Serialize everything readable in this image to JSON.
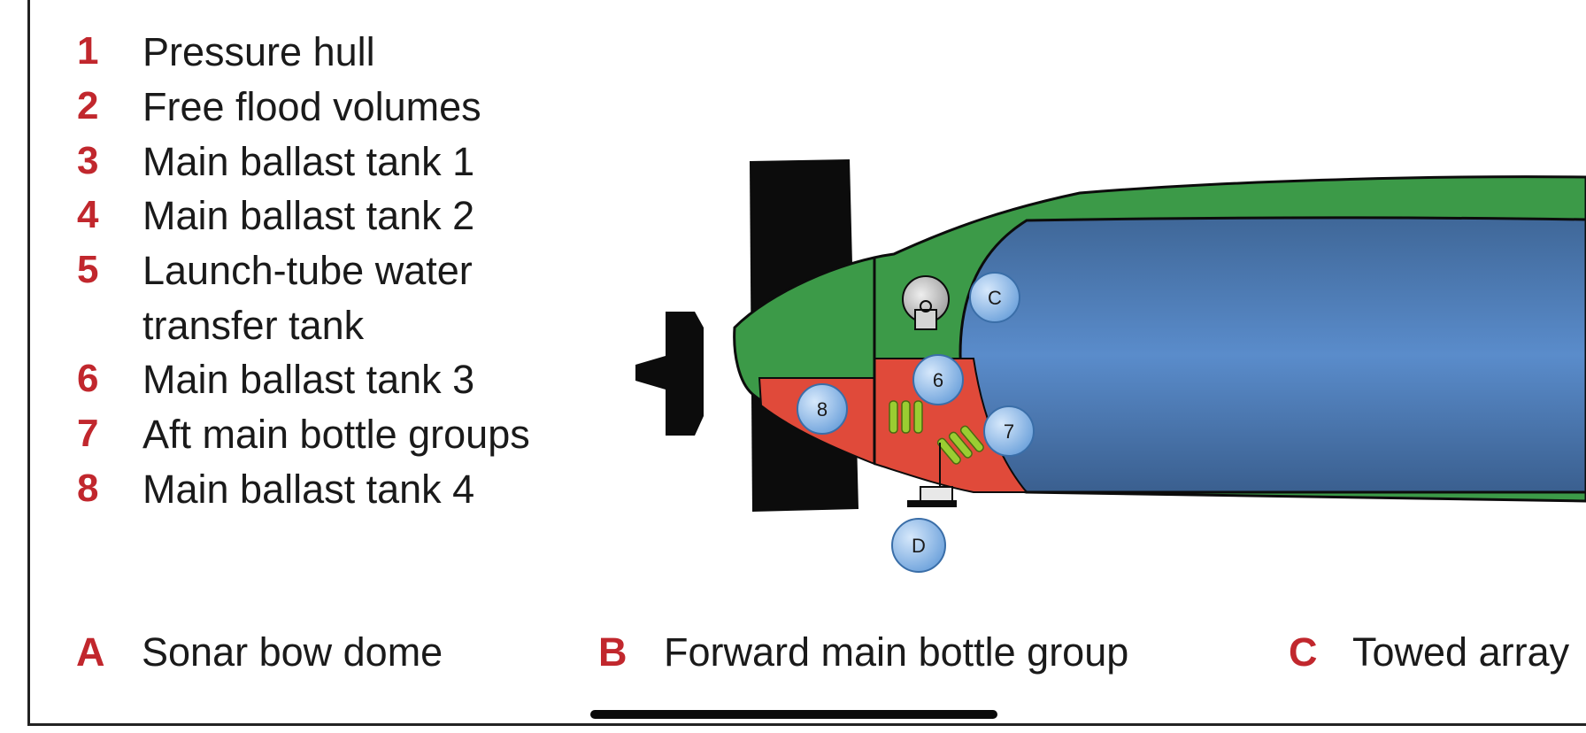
{
  "legend": [
    {
      "number": "1",
      "label": "Pressure hull"
    },
    {
      "number": "2",
      "label": "Free flood volumes"
    },
    {
      "number": "3",
      "label": "Main ballast tank 1"
    },
    {
      "number": "4",
      "label": "Main ballast tank 2"
    },
    {
      "number": "5",
      "label": "Launch-tube water",
      "label_line2": "transfer tank"
    },
    {
      "number": "6",
      "label": "Main ballast tank 3"
    },
    {
      "number": "7",
      "label": "Aft main bottle groups"
    },
    {
      "number": "8",
      "label": "Main ballast tank 4"
    }
  ],
  "letters": [
    {
      "letter": "A",
      "label": "Sonar bow dome"
    },
    {
      "letter": "B",
      "label": "Forward main bottle group"
    },
    {
      "letter": "C",
      "label": "Towed array"
    }
  ],
  "callouts": {
    "c": "C",
    "six": "6",
    "seven": "7",
    "eight": "8",
    "d": "D"
  },
  "colors": {
    "accent": "#c1272d",
    "pressure_hull": "#4f7fb8",
    "free_flood": "#3c9a48",
    "ballast_tank": "#e04a3a",
    "bottle_group": "#9acd32",
    "callout": "#7fb2e6"
  }
}
